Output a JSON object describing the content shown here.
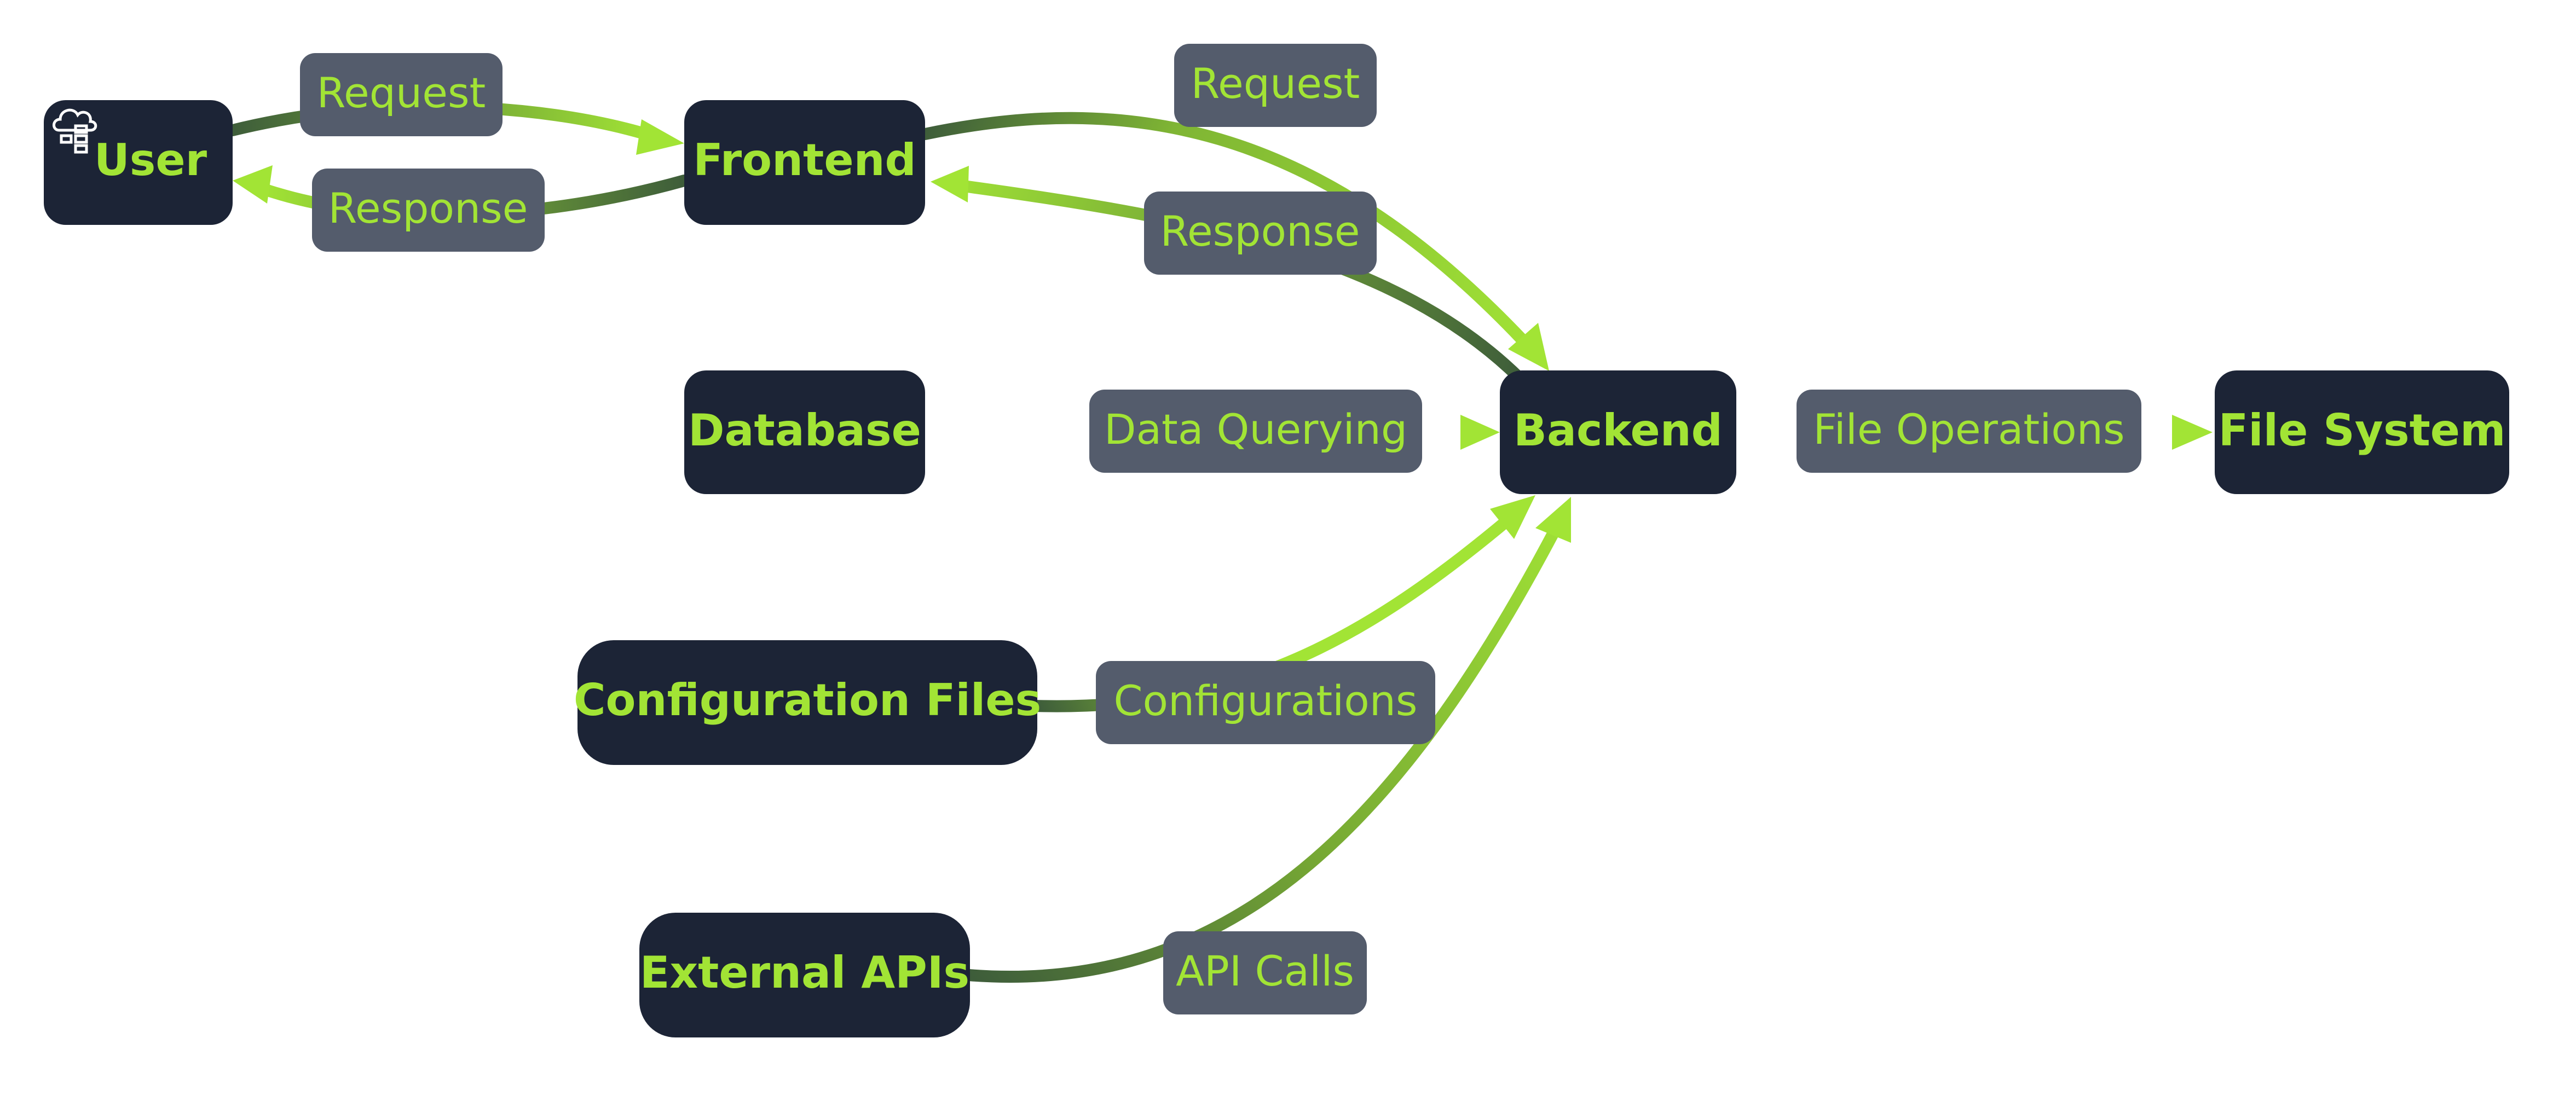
{
  "diagram": {
    "colors": {
      "node_fill": "#1c2436",
      "node_text": "#a2e435",
      "label_fill": "#545c6c",
      "edge_start": "#3e5d3a",
      "edge_end": "#a2e435"
    },
    "icon": "cloud-database-icon",
    "nodes": {
      "user": "User",
      "frontend": "Frontend",
      "backend": "Backend",
      "database": "Database",
      "config_files": "Configuration Files",
      "external_apis": "External APIs",
      "file_system": "File System"
    },
    "edges": [
      {
        "from": "User",
        "to": "Frontend",
        "label": "Request"
      },
      {
        "from": "Frontend",
        "to": "User",
        "label": "Response"
      },
      {
        "from": "Frontend",
        "to": "Backend",
        "label": "Request"
      },
      {
        "from": "Backend",
        "to": "Frontend",
        "label": "Response"
      },
      {
        "from": "Database",
        "to": "Backend",
        "label": "Data Querying"
      },
      {
        "from": "Configuration Files",
        "to": "Backend",
        "label": "Configurations"
      },
      {
        "from": "External APIs",
        "to": "Backend",
        "label": "API Calls"
      },
      {
        "from": "Backend",
        "to": "File System",
        "label": "File Operations"
      }
    ]
  }
}
